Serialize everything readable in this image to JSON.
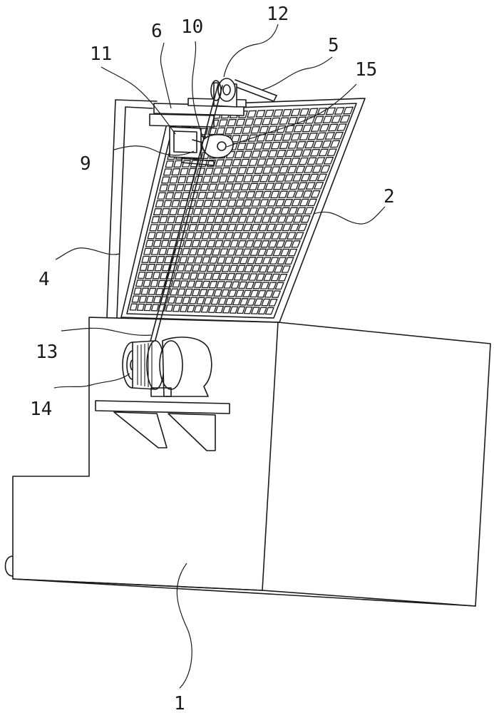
{
  "labels": [
    {
      "id": "1",
      "text": "1"
    },
    {
      "id": "2",
      "text": "2"
    },
    {
      "id": "4",
      "text": "4"
    },
    {
      "id": "5",
      "text": "5"
    },
    {
      "id": "6",
      "text": "6"
    },
    {
      "id": "9",
      "text": "9"
    },
    {
      "id": "10",
      "text": "10"
    },
    {
      "id": "11",
      "text": "11"
    },
    {
      "id": "12",
      "text": "12"
    },
    {
      "id": "13",
      "text": "13"
    },
    {
      "id": "14",
      "text": "14"
    },
    {
      "id": "15",
      "text": "15"
    }
  ],
  "colors": {
    "ink": "#1a1a1a",
    "paper": "#ffffff"
  }
}
